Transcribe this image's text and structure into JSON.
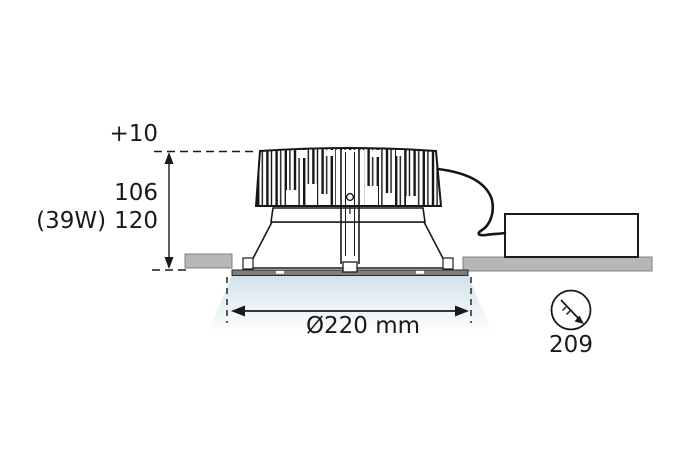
{
  "labels": {
    "ceiling_offset": "+10",
    "height_primary": "106",
    "wattage": "(39W)",
    "height_secondary": "120",
    "diameter": "Ø220 mm",
    "cutout_diameter": "209"
  },
  "colors": {
    "line": "#1a1a1a",
    "ceiling": "#b7b7b7",
    "flange": "#7e7e7e",
    "beam": "#cddee9",
    "background": "#ffffff"
  },
  "icons": {
    "cutout": "cutout-diameter-icon"
  }
}
